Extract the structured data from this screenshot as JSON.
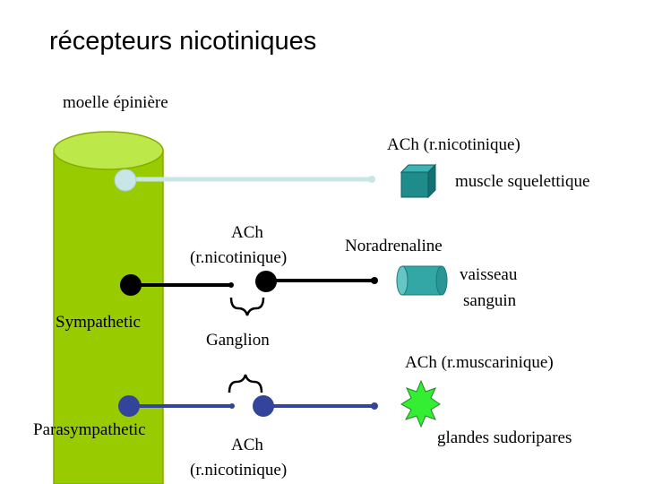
{
  "title": "récepteurs nicotiniques",
  "subtitle": "moelle épinière",
  "labels": {
    "ach_top": "ACh (r.nicotinique)",
    "muscle": "muscle squelettique",
    "ach_mid_1": "ACh",
    "ach_mid_2": "(r.nicotinique)",
    "noradrenaline": "Noradrenaline",
    "vaisseau_1": "vaisseau",
    "vaisseau_2": "sanguin",
    "sympathetic": "Sympathetic",
    "ganglion": "Ganglion",
    "ach_musc": "ACh (r.muscarinique)",
    "parasympathetic": "Parasympathetic",
    "glandes": "glandes sudoripares",
    "ach_bot_1": "ACh",
    "ach_bot_2": "(r.nicotinique)"
  },
  "colors": {
    "spinal_cord": "#99cc00",
    "somatic_neuron": "#cce8e8",
    "sympathetic_neuron": "#000000",
    "parasympathetic_neuron": "#33449a",
    "muscle_cube": "#1f8c8c",
    "vessel": "#33a6a6",
    "gland": "#33ee33"
  }
}
